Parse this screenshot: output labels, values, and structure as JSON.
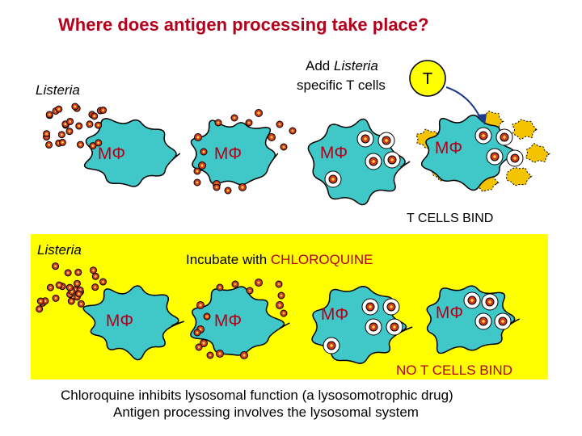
{
  "title": "Where does antigen processing take place?",
  "top_panel": {
    "bacteria_label": "Listeria",
    "instruction_line1_prefix": "Add ",
    "instruction_line1_italic": "Listeria",
    "instruction_line2": "specific T cells",
    "tcell_label": "T",
    "macrophage_label": "MΦ",
    "result": "T CELLS BIND"
  },
  "bottom_panel": {
    "bacteria_label": "Listeria",
    "instruction_prefix": "Incubate with ",
    "instruction_drug": "CHLOROQUINE",
    "macrophage_label": "MΦ",
    "result": "NO T CELLS BIND"
  },
  "caption": {
    "line1": "Chloroquine inhibits lysosomal function (a lysosomotrophic drug)",
    "line2": "Antigen processing involves the lysosomal system"
  },
  "colors": {
    "title_red": "#b3001b",
    "cell_fill": "#40c8c8",
    "panel_yellow": "#ffff00",
    "bacterium_fill": "#d23b1c",
    "tcell_fill": "#ffff00",
    "arrow_blue": "#1a3a8a"
  }
}
